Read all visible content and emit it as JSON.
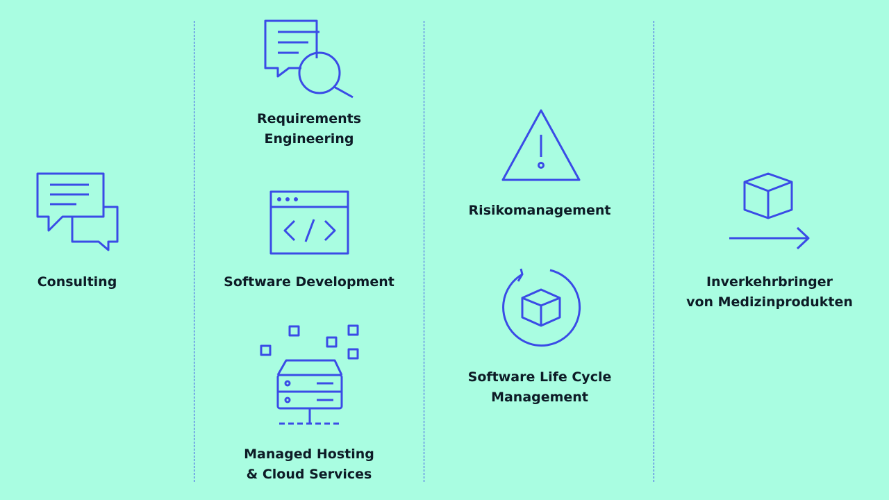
{
  "services": [
    {
      "id": "consulting",
      "label": [
        "Consulting"
      ]
    },
    {
      "id": "requirements",
      "label": [
        "Requirements",
        "Engineering"
      ]
    },
    {
      "id": "software-dev",
      "label": [
        "Software Development"
      ]
    },
    {
      "id": "hosting",
      "label": [
        "Managed Hosting",
        "& Cloud Services"
      ]
    },
    {
      "id": "risk",
      "label": [
        "Risikomanagement"
      ]
    },
    {
      "id": "lifecycle",
      "label": [
        "Software Life Cycle",
        "Management"
      ]
    },
    {
      "id": "distributor",
      "label": [
        "Inverkehrbringer",
        "von Medizinprodukten"
      ]
    }
  ],
  "colors": {
    "background": "#a9fde1",
    "accent": "#3a4be6",
    "text": "#0d1b26"
  }
}
